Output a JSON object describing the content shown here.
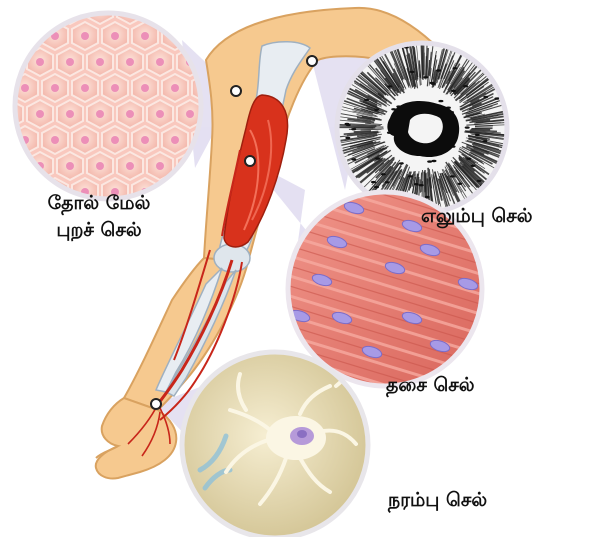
{
  "labels": {
    "skin_line1": "தோல் மேல்",
    "skin_line2": "புறச் செல்",
    "bone": "எலும்பு செல்",
    "muscle": "தசை செல்",
    "nerve": "நரம்பு செல்"
  },
  "colors": {
    "skin_tone": "#f6c98f",
    "muscle_red": "#d8321c",
    "bone_white": "#e8edf2",
    "skin_cell_bg": "#f9c8be",
    "muscle_cell_bg": "#e8857c",
    "nucleus_purple": "#9b8be0",
    "nerve_cell_bg": "#e4dcb4"
  }
}
